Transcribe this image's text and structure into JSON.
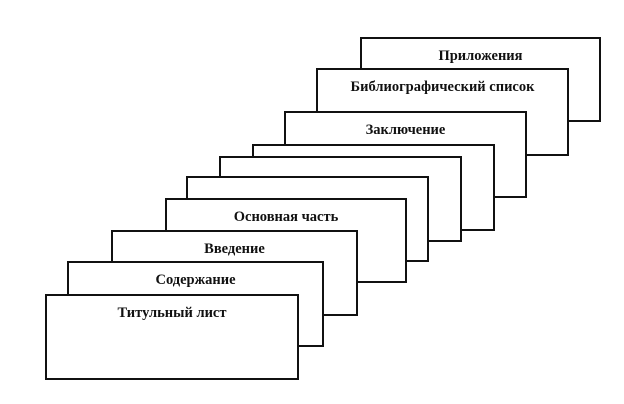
{
  "diagram": {
    "cards_front_to_back": [
      {
        "label": "Титульный лист"
      },
      {
        "label": "Содержание"
      },
      {
        "label": "Введение"
      },
      {
        "label": "Основная часть"
      },
      {
        "label": ""
      },
      {
        "label": ""
      },
      {
        "label": ""
      },
      {
        "label": "Заключение"
      },
      {
        "label": "Библиографический список"
      },
      {
        "label": "Приложения"
      }
    ]
  }
}
